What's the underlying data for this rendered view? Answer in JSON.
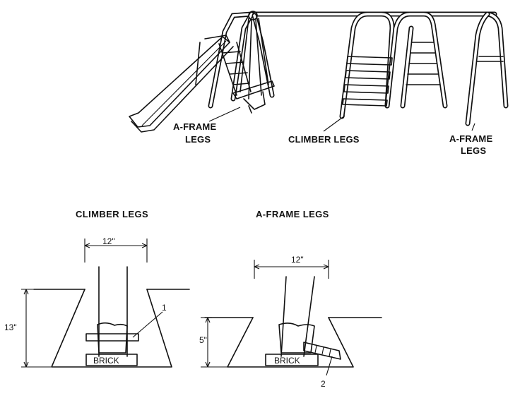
{
  "overview": {
    "labels": {
      "aframe_left_line1": "A-FRAME",
      "aframe_left_line2": "LEGS",
      "climber_legs": "CLIMBER LEGS",
      "aframe_right_line1": "A-FRAME",
      "aframe_right_line2": "LEGS"
    }
  },
  "detail_climber": {
    "title": "CLIMBER LEGS",
    "width_dim": "12\"",
    "depth_dim": "13\"",
    "brick_label": "BRICK",
    "callout": "1"
  },
  "detail_aframe": {
    "title": "A-FRAME LEGS",
    "width_dim": "12\"",
    "depth_dim": "5\"",
    "brick_label": "BRICK",
    "callout": "2"
  }
}
